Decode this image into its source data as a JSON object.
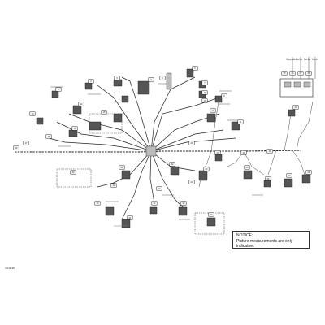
{
  "diagram": {
    "doc_id": "4OJ1135",
    "notice": {
      "title": "NOTICE:",
      "body": "Picture measurements are only indicative."
    },
    "tags": [
      "1",
      "2",
      "3",
      "4",
      "5",
      "6",
      "7",
      "8",
      "9",
      "10",
      "11",
      "12",
      "13",
      "14",
      "15",
      "16",
      "17",
      "18",
      "19",
      "20",
      "21",
      "22",
      "23",
      "24",
      "25",
      "26",
      "27",
      "28",
      "29",
      "30",
      "31",
      "32",
      "33",
      "34",
      "35",
      "36",
      "37",
      "38",
      "39",
      "40",
      "41",
      "42",
      "43",
      "44"
    ],
    "header_labels": [
      "Battery cable",
      "Main fuse",
      "Fuse box",
      "Fuse link"
    ]
  }
}
